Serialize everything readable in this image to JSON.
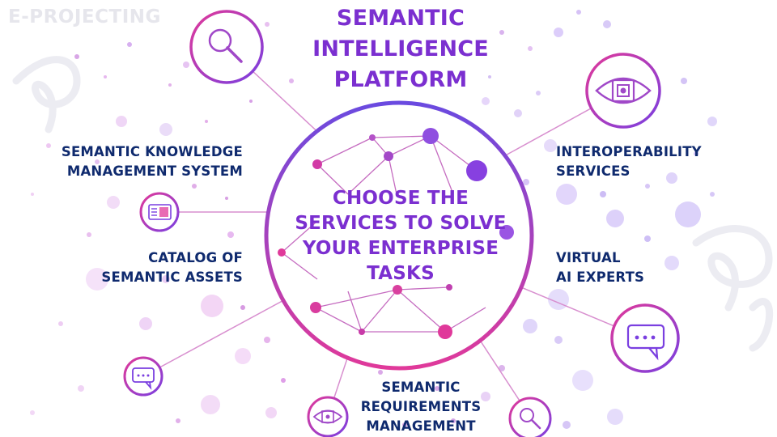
{
  "brand": {
    "watermark": "E-PROJECTING"
  },
  "title": {
    "line1": "SEMANTIC",
    "line2": "INTELLIGENCE",
    "line3": "PLATFORM"
  },
  "center": {
    "line1": "CHOOSE THE",
    "line2": "SERVICES TO SOLVE",
    "line3": "YOUR ENTERPRISE",
    "line4": "TASKS"
  },
  "services": [
    {
      "line1": "SEMANTIC KNOWLEDGE",
      "line2": "MANAGEMENT SYSTEM"
    },
    {
      "line1": "CATALOG OF",
      "line2": "SEMANTIC ASSETS"
    },
    {
      "line1": "INTEROPERABILITY",
      "line2": "SERVICES"
    },
    {
      "line1": "VIRTUAL",
      "line2": "AI EXPERTS"
    },
    {
      "line1": "SEMANTIC",
      "line2": "REQUIREMENTS",
      "line3": "MANAGEMENT"
    }
  ],
  "icons": [
    {
      "name": "magnifier-icon"
    },
    {
      "name": "document-icon"
    },
    {
      "name": "chat-icon"
    },
    {
      "name": "eye-icon"
    },
    {
      "name": "chat-icon"
    },
    {
      "name": "eye-icon"
    },
    {
      "name": "magnifier-icon"
    }
  ],
  "colors": {
    "accent": "#7b2fd0",
    "label": "#0f2a6e",
    "pink": "#e0399a",
    "violet": "#7a3fe0"
  }
}
